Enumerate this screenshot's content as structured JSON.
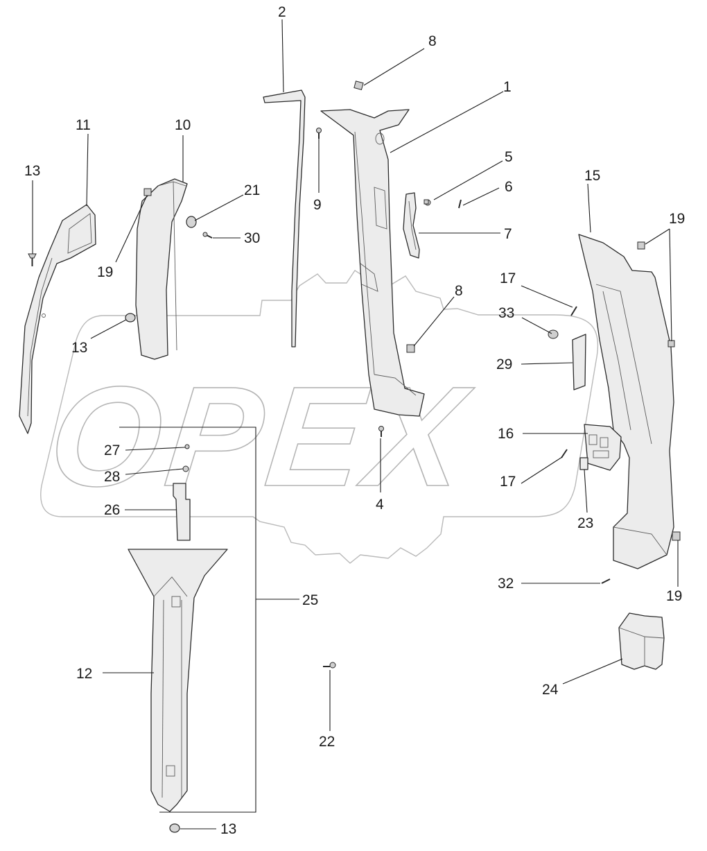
{
  "watermark": {
    "text": "OPEX"
  },
  "corner_stamp": "",
  "callouts": {
    "p1": "1",
    "p2": "2",
    "p4": "4",
    "p5": "5",
    "p6": "6",
    "p7": "7",
    "p8a": "8",
    "p8b": "8",
    "p9": "9",
    "p10": "10",
    "p11": "11",
    "p12": "12",
    "p13a": "13",
    "p13b": "13",
    "p13c": "13",
    "p15": "15",
    "p16": "16",
    "p17a": "17",
    "p17b": "17",
    "p19a": "19",
    "p19b": "19",
    "p19c": "19",
    "p21": "21",
    "p22": "22",
    "p23": "23",
    "p24": "24",
    "p25": "25",
    "p26": "26",
    "p27": "27",
    "p28": "28",
    "p29": "29",
    "p30": "30",
    "p32": "32",
    "p33": "33"
  }
}
